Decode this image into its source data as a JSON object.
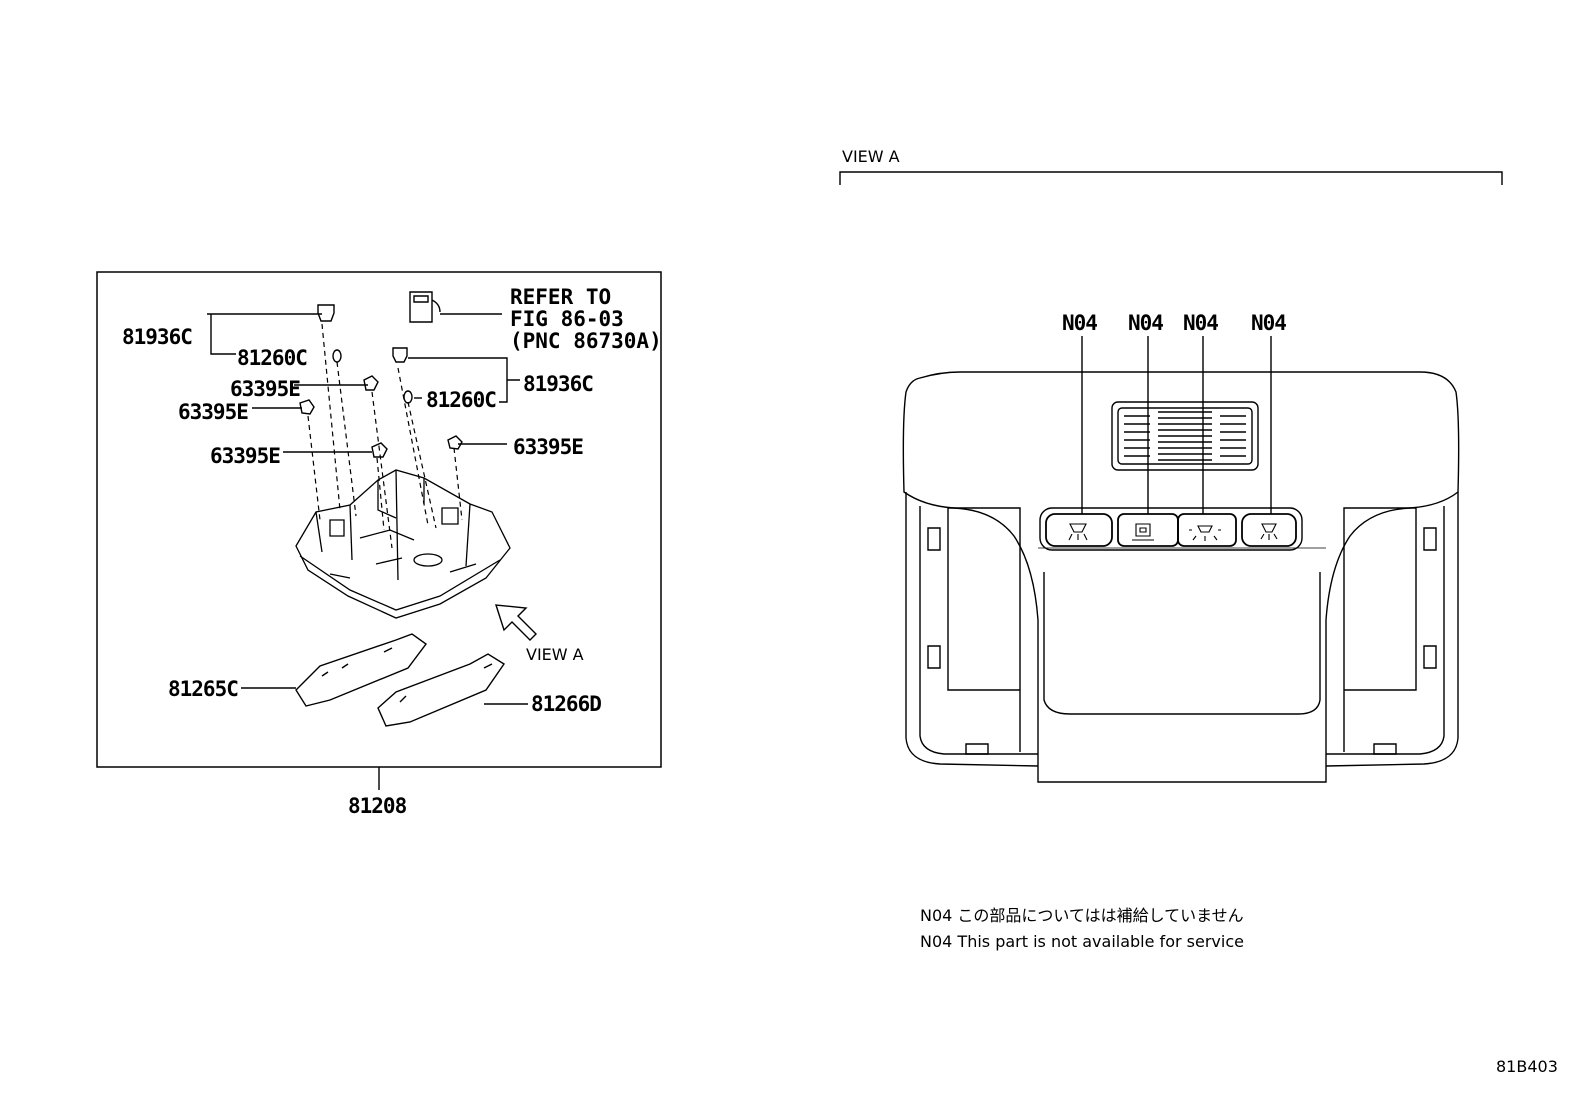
{
  "left_panel": {
    "refer": [
      "REFER TO",
      "FIG 86-03",
      "(PNC 86730A)"
    ],
    "labels": {
      "p81936c_a": "81936C",
      "p81260c_a": "81260C",
      "p63395e_a": "63395E",
      "p63395e_b": "63395E",
      "p63395e_c": "63395E",
      "p81260c_b": "81260C",
      "p81936c_b": "81936C",
      "p63395e_d": "63395E",
      "p81265c": "81265C",
      "p81266d": "81266D",
      "assembly": "81208"
    },
    "view_arrow_label": "VIEW A"
  },
  "right_panel": {
    "title": "VIEW A",
    "callouts": [
      "N04",
      "N04",
      "N04",
      "N04"
    ]
  },
  "notes": {
    "jp": "N04 この部品についてはは補給していません",
    "en": "N04 This part is not available for service"
  },
  "figure_code": "81B403"
}
